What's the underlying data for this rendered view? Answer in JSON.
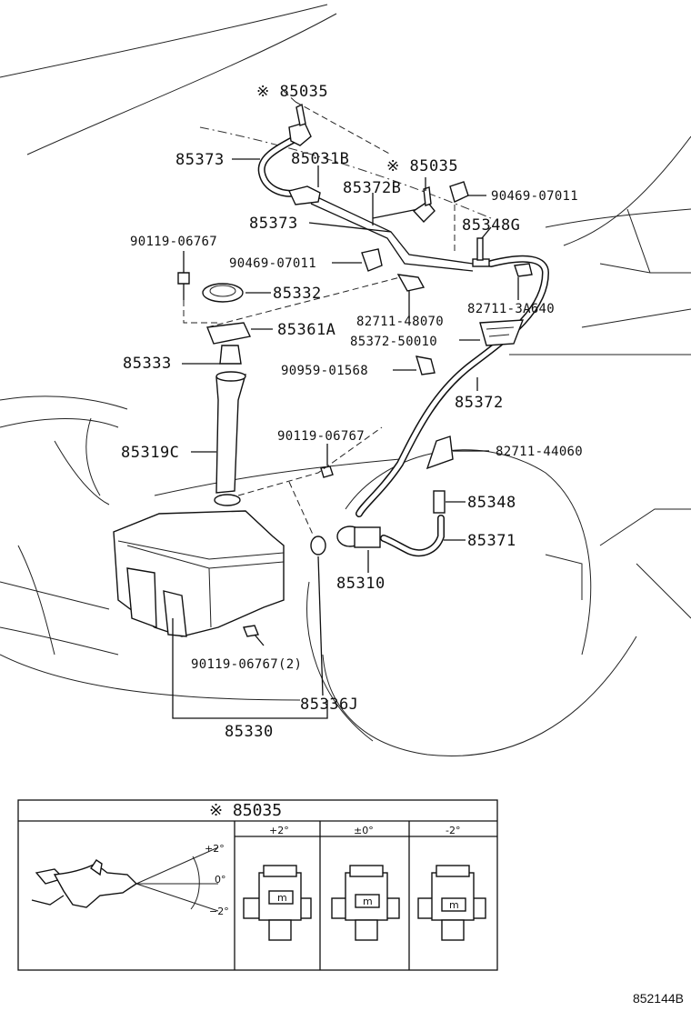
{
  "diagram": {
    "labels": {
      "p85035_top": "※ 85035",
      "p85373_a": "85373",
      "p85031b": "85031B",
      "p85035_b": "※ 85035",
      "p85372b": "85372B",
      "p90469_a": "90469-07011",
      "p85373_b": "85373",
      "p85348g": "85348G",
      "p90119_a": "90119-06767",
      "p90469_b": "90469-07011",
      "p85332": "85332",
      "p82711_3a640": "82711-3A640",
      "p82711_48070": "82711-48070",
      "p85361a": "85361A",
      "p85372_50010": "85372-50010",
      "p85333": "85333",
      "p90959": "90959-01568",
      "p85372": "85372",
      "p85319c": "85319C",
      "p90119_b": "90119-06767",
      "p82711_44060": "82711-44060",
      "p85348": "85348",
      "p85371": "85371",
      "p85310": "85310",
      "p90119_c": "90119-06767(2)",
      "p85336j": "85336J",
      "p85330": "85330"
    },
    "inset": {
      "title": "※ 85035",
      "angle_plus": "+2°",
      "angle_zero": "0°",
      "angle_minus": "−2°",
      "col1": "+2°",
      "col2": "±0°",
      "col3": "-2°"
    },
    "code": "852144B"
  }
}
